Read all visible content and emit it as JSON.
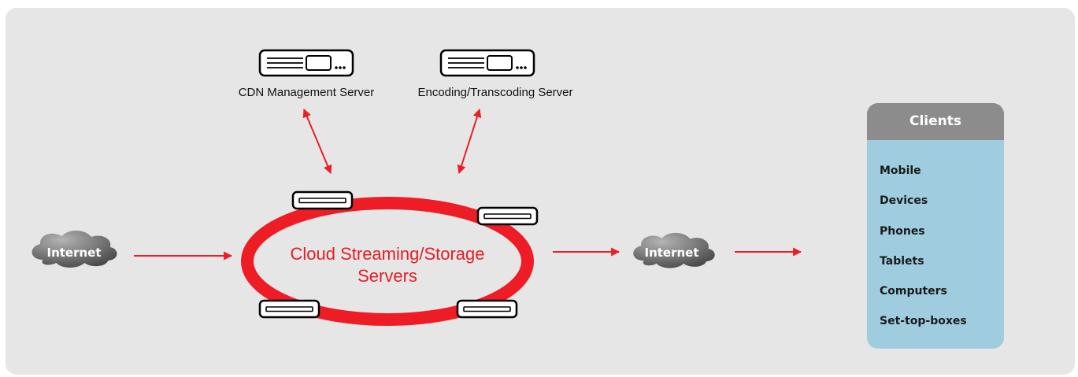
{
  "colors": {
    "background": "#e6e6e6",
    "ring": "#ee1c24",
    "arrow": "#ee1c24",
    "ring_label": "#e41e26",
    "cloud_light": "#b4b4b4",
    "cloud_dark": "#4a4a4a",
    "clients_header": "#8c8c8c",
    "clients_body": "#9fcddf"
  },
  "servers": {
    "cdn_management": {
      "label": "CDN Management Server",
      "icon": "server-rack-icon"
    },
    "encoding": {
      "label": "Encoding/Transcoding Server",
      "icon": "server-rack-icon"
    }
  },
  "ring": {
    "label_line1": "Cloud Streaming/Storage",
    "label_line2": "Servers",
    "node_icon": "server-node-icon"
  },
  "internet_left": {
    "label": "Internet",
    "icon": "cloud-icon"
  },
  "internet_right": {
    "label": "Internet",
    "icon": "cloud-icon"
  },
  "clients": {
    "title": "Clients",
    "items": [
      "Mobile",
      "Devices",
      "Phones",
      "Tablets",
      "Computers",
      "Set-top-boxes"
    ]
  }
}
